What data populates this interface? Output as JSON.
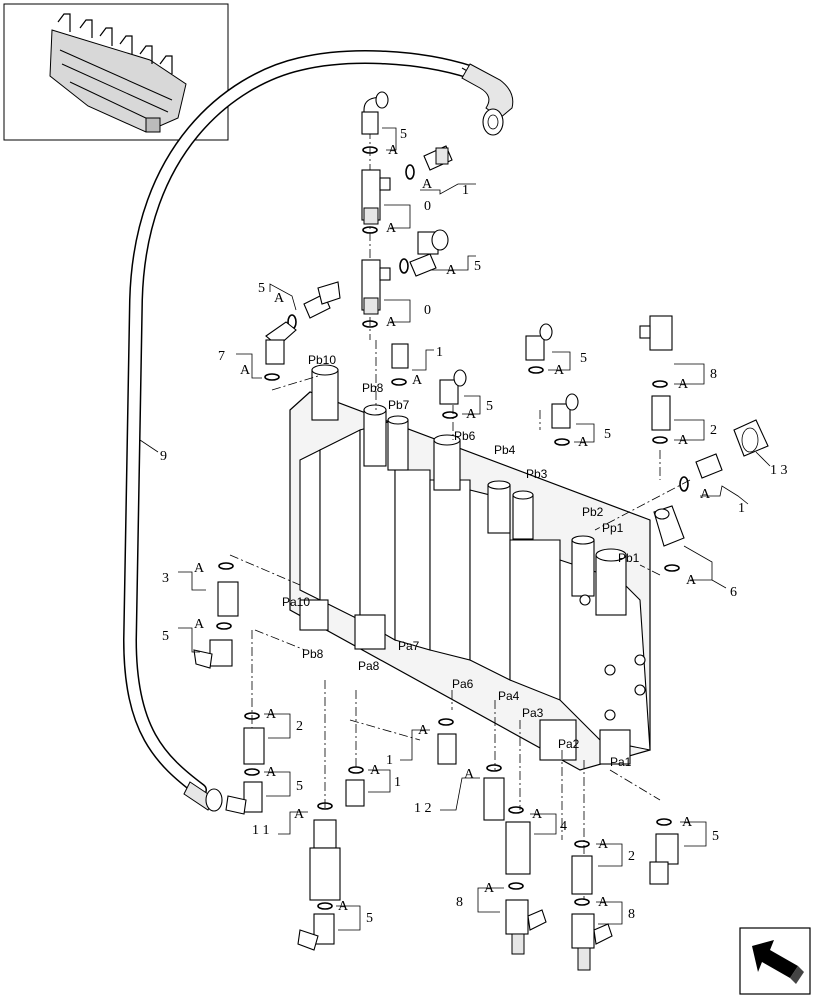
{
  "ports": {
    "pb10": "Pb10",
    "pb8_top": "Pb8",
    "pb7": "Pb7",
    "pb6": "Pb6",
    "pb4": "Pb4",
    "pb3": "Pb3",
    "pb2": "Pb2",
    "pp1": "Pp1",
    "pb1": "Pb1",
    "pa10": "Pa10",
    "pb8_bottom": "Pb8",
    "pa8": "Pa8",
    "pa7": "Pa7",
    "pa6": "Pa6",
    "pa4": "Pa4",
    "pa3": "Pa3",
    "pa2": "Pa2",
    "pa1": "Pa1"
  },
  "callouts": {
    "c5_top": "5",
    "c1_top": "1",
    "c0_upper": "0",
    "c5_upper_right": "5",
    "c5_left": "5",
    "c0_lower": "0",
    "c7": "7",
    "c1_mid": "1",
    "c5_mid1": "5",
    "c5_mid2": "5",
    "c5_mid3": "5",
    "c8_top": "8",
    "c2_top": "2",
    "c13": "1 3",
    "c1_right": "1",
    "c6": "6",
    "c9": "9",
    "c3": "3",
    "c5_left_low": "5",
    "c2_a": "2",
    "c1_a": "1",
    "c5_b": "5",
    "c1_b": "1",
    "c11": "1 1",
    "c12": "1 2",
    "c4": "4",
    "c5_br": "5",
    "c2_b": "2",
    "c8_a": "8",
    "c8_b": "8",
    "c5_bottom": "5"
  },
  "seal_letter": "A",
  "icons": {
    "thumbnail": "valve-assembly-thumbnail",
    "next": "next-page-arrow-icon"
  }
}
